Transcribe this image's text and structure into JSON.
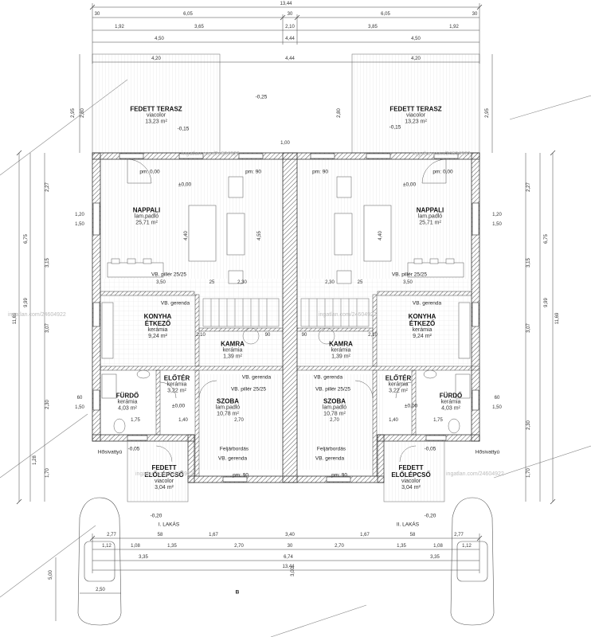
{
  "rooms": {
    "terrace_left": {
      "name": "FEDETT TERASZ",
      "material": "viacolor",
      "area": "13,23 m²"
    },
    "terrace_right": {
      "name": "FEDETT TERASZ",
      "material": "viacolor",
      "area": "13,23 m²"
    },
    "living_left": {
      "name": "NAPPALI",
      "material": "lam.padló",
      "area": "25,71 m²"
    },
    "living_right": {
      "name": "NAPPALI",
      "material": "lam.padló",
      "area": "25,71 m²"
    },
    "kitchen_left": {
      "name": "KONYHA",
      "name2": "ÉTKEZŐ",
      "material": "kerámia",
      "area": "9,24 m²"
    },
    "kitchen_right": {
      "name": "KONYHA",
      "name2": "ÉTKEZŐ",
      "material": "kerámia",
      "area": "9,24 m²"
    },
    "pantry_left": {
      "name": "KAMRA",
      "material": "kerámia",
      "area": "1,39 m²"
    },
    "pantry_right": {
      "name": "KAMRA",
      "material": "kerámia",
      "area": "1,39 m²"
    },
    "hall_left": {
      "name": "ELŐTÉR",
      "material": "kerámia",
      "area": "3,22 m²"
    },
    "hall_right": {
      "name": "ELŐTÉR",
      "material": "kerámia",
      "area": "3,22 m²"
    },
    "bath_left": {
      "name": "FÜRDŐ",
      "material": "kerámia",
      "area": "4,03 m²"
    },
    "bath_right": {
      "name": "FÜRDŐ",
      "material": "kerámia",
      "area": "4,03 m²"
    },
    "bed_left": {
      "name": "SZOBA",
      "material": "lam.padló",
      "area": "10,78 m²"
    },
    "bed_right": {
      "name": "SZOBA",
      "material": "lam.padló",
      "area": "10,78 m²"
    },
    "entry_left": {
      "name": "FEDETT",
      "name2": "ELŐLÉPCSŐ",
      "material": "viacolor",
      "area": "3,04 m²"
    },
    "entry_right": {
      "name": "FEDETT",
      "name2": "ELŐLÉPCSŐ",
      "material": "viacolor",
      "area": "3,04 m²"
    }
  },
  "notes": {
    "pillar": "VB. pillér 25/25",
    "beam": "VB. gerenda",
    "attic": "Feljárbordás",
    "boiler": "Hősivattyú",
    "unit_left": "I. LAKÁS",
    "unit_right": "II. LAKÁS",
    "level_zero": "±0,00",
    "level_m015": "-0,15",
    "level_m025": "-0,25",
    "level_m005": "-0,05",
    "level_m020": "-0,20",
    "sill_0": "pm: 0,00",
    "sill_90": "pm: 90",
    "north": "B"
  },
  "dims_top": {
    "total": "13,44",
    "a": "30",
    "b": "6,05",
    "c": "30",
    "d": "6,05",
    "e": "30",
    "f": "1,92",
    "g": "3,65",
    "h": "2,10",
    "i": "3,85",
    "j": "1,92",
    "k": "4,50",
    "l": "4,44",
    "m": "4,50",
    "n": "4,20",
    "o": "4,44",
    "p": "4,20"
  },
  "dims_bottom": {
    "a": "2,77",
    "b": "58",
    "c": "1,67",
    "d": "3,40",
    "e": "1,67",
    "f": "58",
    "g": "2,77",
    "h": "1,12",
    "i": "1,08",
    "j": "1,35",
    "k": "2,70",
    "l": "30",
    "m": "2,70",
    "n": "1,35",
    "o": "1,08",
    "p": "1,12",
    "q": "3,35",
    "r": "6,74",
    "s": "3,35",
    "total": "13,44",
    "car": "2,50",
    "park": "5,00",
    "offset": "3,00"
  },
  "dims_side": {
    "total": "11,69",
    "main": "9,99",
    "depth": "6,75",
    "a": "3,15",
    "b": "3,07",
    "c": "2,27",
    "d": "1,20",
    "e": "1,50",
    "f": "60",
    "g": "1,50",
    "h": "2,30",
    "i": "1,70",
    "j": "1,28",
    "k": "2,95",
    "l": "2,80"
  },
  "dims_inner": {
    "w1": "1,00",
    "h1": "4,40",
    "h2": "4,55",
    "s1": "3,50",
    "s2": "2,30",
    "s3": "25",
    "k1": "2,10",
    "k2": "90",
    "k3": "2,10",
    "b1": "2,70",
    "b2": "1,75",
    "b3": "1,40",
    "b4": "3,00"
  },
  "watermark": "ingatlan.com/24604922"
}
